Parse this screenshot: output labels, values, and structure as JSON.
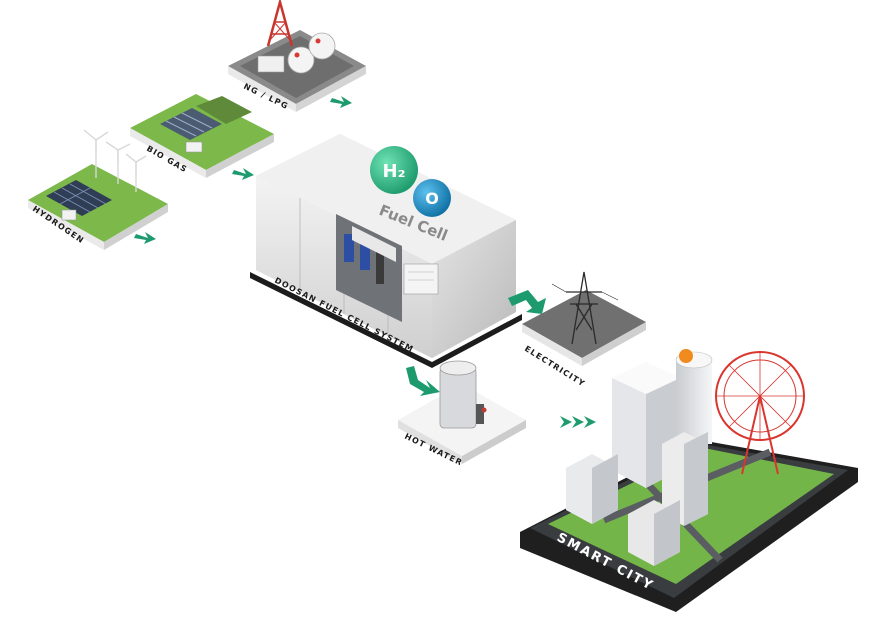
{
  "labels": {
    "ng_lpg": "NG / LPG",
    "bio_gas": "BIO GAS",
    "hydrogen": "HYDROGEN",
    "fuel_cell_system": "DOOSAN FUEL CELL SYSTEM",
    "fuel_cell_panel": "Fuel Cell",
    "electricity": "ELECTRICITY",
    "hot_water": "HOT WATER",
    "smart_city": "SMART CITY"
  },
  "molecules": {
    "h2": "H₂",
    "o": "O"
  },
  "colors": {
    "arrow": "#1e9b6e",
    "grass": "#7cb84a",
    "h2_bubble": "#2fbf8a",
    "o_bubble": "#1a8fc4",
    "city_base": "#1f1f1f",
    "ferris_wheel": "#d8362f"
  }
}
